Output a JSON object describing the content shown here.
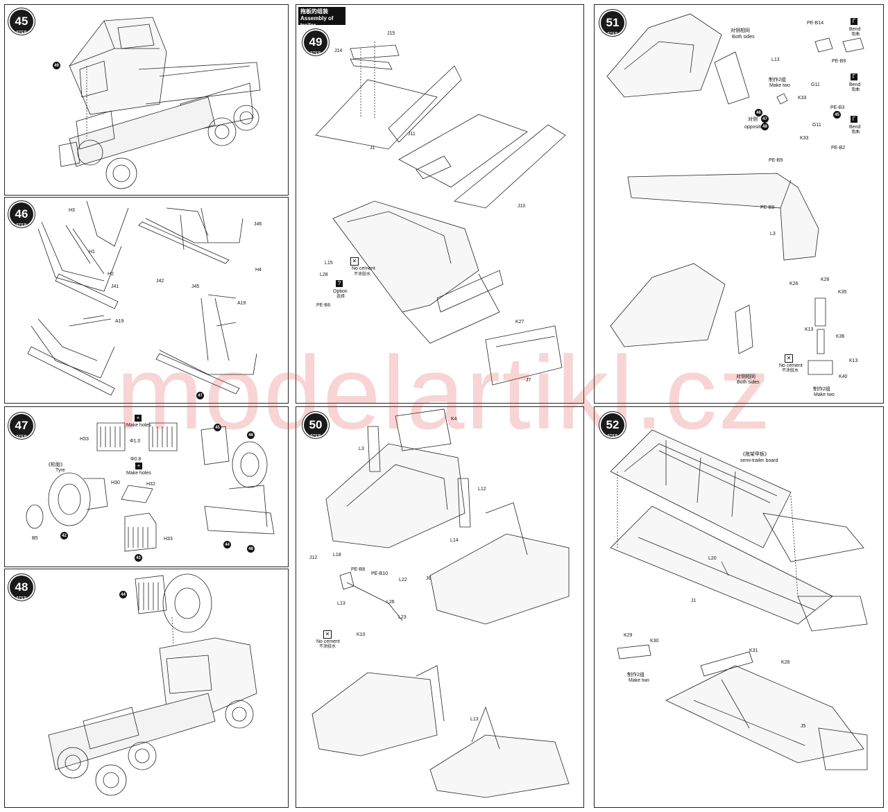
{
  "watermark": "modelartikl.cz",
  "steps": {
    "s45": {
      "num": "45",
      "word": "STEP",
      "callout": "49"
    },
    "s46": {
      "num": "46",
      "word": "STEP",
      "labels": {
        "h3": "H3",
        "h1": "H1",
        "h2": "H2",
        "j41": "J41",
        "j42": "J42",
        "j45": "J45",
        "j46": "J46",
        "h4": "H4",
        "a19a": "A19",
        "a19b": "A19"
      },
      "callout": "47"
    },
    "s47": {
      "num": "47",
      "word": "STEP",
      "labels": {
        "make_holes_1": "Make holes",
        "phi10": "Φ1.0",
        "phi08": "Φ0.8",
        "make_holes_2": "Make holes",
        "h33a": "H33",
        "h32": "H32",
        "h33b": "H33",
        "tyre_cn": "《轮胎》",
        "tyre_en": "Tyre",
        "h30": "H30",
        "b5": "B5"
      },
      "callouts": [
        "42",
        "43",
        "44",
        "45",
        "46",
        "48"
      ]
    },
    "s48": {
      "num": "48",
      "word": "STEP",
      "callout": "44"
    },
    "s49": {
      "num": "49",
      "word": "STEP",
      "title_cn": "拖板的组装",
      "title_en": "Assembly of trailer",
      "labels": {
        "j15": "J15",
        "j14": "J14",
        "j1": "J1",
        "j11": "J11",
        "j10": "J10",
        "l15": "L15",
        "l28": "L28",
        "no_cement": "No cement",
        "no_cement_cn": "不涂胶水",
        "option": "Option",
        "option_cn": "选择",
        "pe86": "PE-B6",
        "k27": "K27",
        "j7": "J7"
      }
    },
    "s50": {
      "num": "50",
      "word": "STEP",
      "labels": {
        "k4": "K4",
        "l3": "L3",
        "l12": "L12",
        "l14": "L14",
        "j6": "J6",
        "j12": "J12",
        "l18": "L18",
        "pe88": "PE-B8",
        "pe810": "PE-B10",
        "l22": "L22",
        "l26": "L26",
        "l13a": "L13",
        "l23": "L23",
        "no_cement": "No cement",
        "no_cement_cn": "不涂胶水",
        "k10": "K10",
        "l13b": "L13"
      }
    },
    "s51": {
      "num": "51",
      "word": "STEP",
      "labels": {
        "both_cn": "对侧相同",
        "both_en": "Both sides",
        "pe814": "PE-B14",
        "bend1": "Bend",
        "bend1_cn": "弯曲",
        "l13": "L13",
        "pe89a": "PE-B9",
        "make_two_cn": "制作2组",
        "make_two": "Make two",
        "g11a": "G11",
        "bend2": "Bend",
        "bend2_cn": "弯曲",
        "k33a": "K33",
        "pe83": "PE-B3",
        "opposite_cn": "对侧",
        "opposite": "opposite",
        "g11b": "G11",
        "bend3": "Bend",
        "bend3_cn": "弯曲",
        "k33b": "K33",
        "pe82": "PE-B2",
        "pe89b": "PE-B9",
        "pe89c": "PE-B9",
        "l3": "L3",
        "k26a": "K26",
        "k26b": "K26",
        "k35": "K35",
        "k13": "K13",
        "k36": "K36",
        "no_cement": "No cement",
        "no_cement_cn": "不涂胶水",
        "k13b": "K13",
        "both2_cn": "对侧相同",
        "both2_en": "Both sides",
        "k40": "K40",
        "make_two2_cn": "制作2组",
        "make_two2": "Make two"
      },
      "callouts": [
        "45",
        "46",
        "47",
        "48"
      ]
    },
    "s52": {
      "num": "52",
      "word": "STEP",
      "labels": {
        "board_cn": "《拖架甲板》",
        "board_en": "semi-trailer board",
        "l20": "L20",
        "j1": "J1",
        "k29": "K29",
        "k30": "K30",
        "k31": "K31",
        "k28": "K28",
        "make_two_cn": "制作2组",
        "make_two": "Make two",
        "j5": "J5"
      }
    }
  }
}
